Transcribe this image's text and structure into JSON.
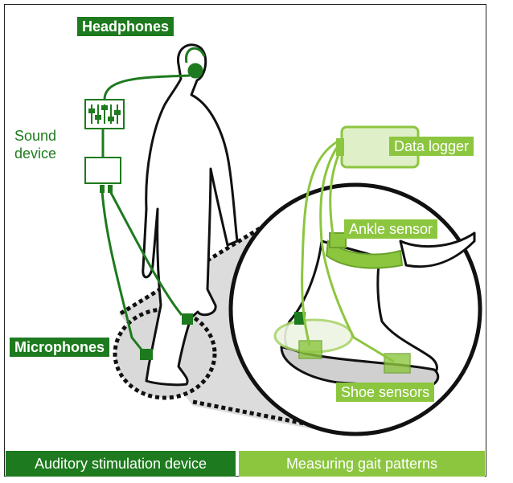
{
  "labels": {
    "headphones": "Headphones",
    "sound_device": "Sound\ndevice",
    "microphones": "Microphones",
    "data_logger": "Data logger",
    "ankle_sensor": "Ankle sensor",
    "shoe_sensors": "Shoe sensors"
  },
  "footer": {
    "left": "Auditory stimulation device",
    "right": "Measuring gait patterns"
  },
  "colors": {
    "dark_green": "#1e7a1e",
    "light_green": "#8cc63f",
    "outline": "#111111"
  }
}
